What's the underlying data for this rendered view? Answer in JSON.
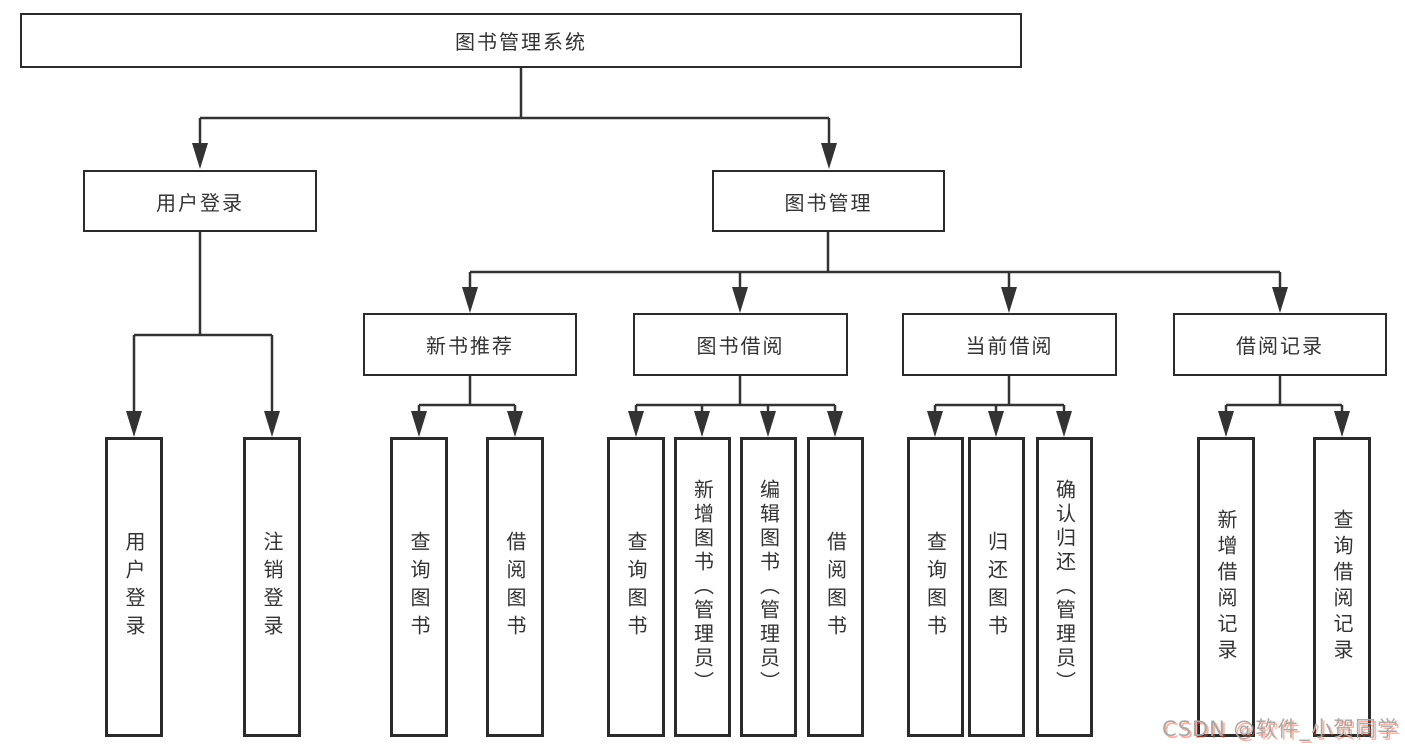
{
  "diagram": {
    "type": "hierarchy",
    "appearance": {
      "background_color": "#ffffff",
      "line_color": "#333333",
      "box_border_color": "#2b2b2b",
      "text_color": "#333333",
      "watermark_gray": "#a9a9a9",
      "watermark_red": "#fc5531"
    }
  },
  "tree": {
    "root": {
      "label": "图书管理系统"
    },
    "branches": [
      {
        "label": "用户登录",
        "children": [
          {
            "label": "用户登录"
          },
          {
            "label": "注销登录"
          }
        ]
      },
      {
        "label": "图书管理",
        "children": [
          {
            "label": "新书推荐",
            "children": [
              {
                "label": "查询图书"
              },
              {
                "label": "借阅图书"
              }
            ]
          },
          {
            "label": "图书借阅",
            "children": [
              {
                "label": "查询图书"
              },
              {
                "label": "新增图书（管理员）"
              },
              {
                "label": "编辑图书（管理员）"
              },
              {
                "label": "借阅图书"
              }
            ]
          },
          {
            "label": "当前借阅",
            "children": [
              {
                "label": "查询图书"
              },
              {
                "label": "归还图书"
              },
              {
                "label": "确认归还（管理员）"
              }
            ]
          },
          {
            "label": "借阅记录",
            "children": [
              {
                "label": "新增借阅记录"
              },
              {
                "label": "查询借阅记录"
              }
            ]
          }
        ]
      }
    ]
  },
  "watermark": {
    "text": "CSDN @软件_小贺同学"
  }
}
